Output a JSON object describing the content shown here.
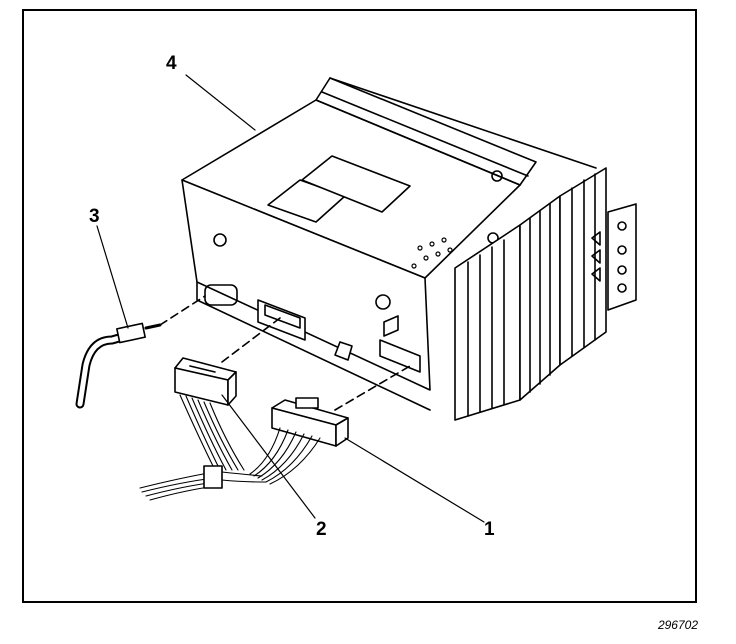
{
  "diagram": {
    "figure_id": "296702",
    "callouts": {
      "c1": "1",
      "c2": "2",
      "c3": "3",
      "c4": "4"
    }
  }
}
